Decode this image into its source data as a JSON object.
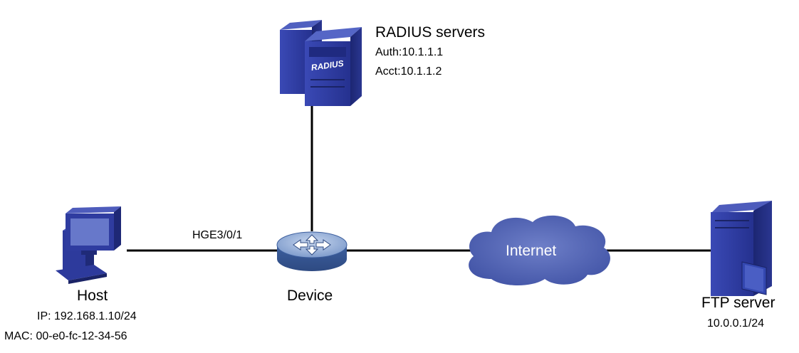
{
  "radius": {
    "title": "RADIUS servers",
    "auth": "Auth:10.1.1.1",
    "acct": "Acct:10.1.1.2",
    "logo_text": "RADIUS"
  },
  "host": {
    "label": "Host",
    "ip": "IP: 192.168.1.10/24",
    "mac": "MAC: 00-e0-fc-12-34-56"
  },
  "link": {
    "interface": "HGE3/0/1"
  },
  "device": {
    "label": "Device"
  },
  "internet": {
    "label": "Internet"
  },
  "ftp": {
    "label": "FTP server",
    "ip": "10.0.0.1/24"
  },
  "colors": {
    "server_blue": "#2c3aa0",
    "server_dark": "#1b2570",
    "cloud": "#5a6bb8",
    "router_body": "#4a72b0",
    "router_top": "#9fb6dc",
    "link": "#000000"
  }
}
